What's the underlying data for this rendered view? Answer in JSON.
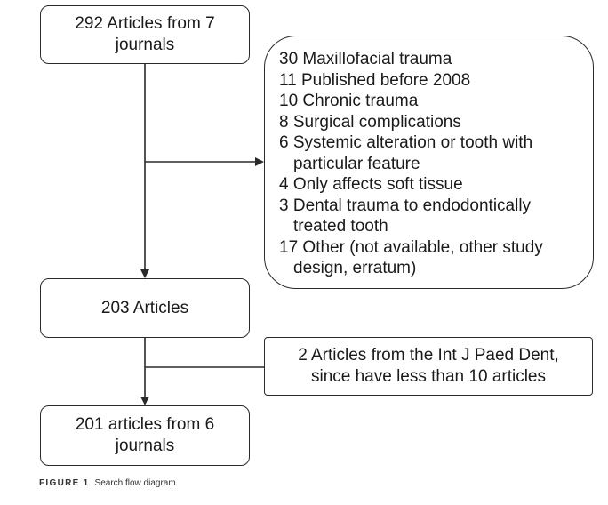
{
  "diagram": {
    "start_box": "292 Articles from 7 journals",
    "exclusion_box_1": {
      "items": [
        "30 Maxillofacial trauma",
        "11 Published before 2008",
        "10 Chronic trauma",
        "8 Surgical complications",
        "6 Systemic alteration or tooth with particular feature",
        "4 Only affects soft tissue",
        "3 Dental trauma to endodontically treated tooth",
        "17 Other (not available, other study design, erratum)"
      ]
    },
    "middle_box": "203 Articles",
    "exclusion_box_2": {
      "line1": "2 Articles from the Int J Paed Dent,",
      "line2": "since have less than 10 articles"
    },
    "end_box": "201 articles from 6 journals"
  },
  "caption": {
    "label": "FIGURE 1",
    "text": "Search flow diagram"
  },
  "colors": {
    "line": "#2a2a2a",
    "text": "#1a1a1a"
  }
}
